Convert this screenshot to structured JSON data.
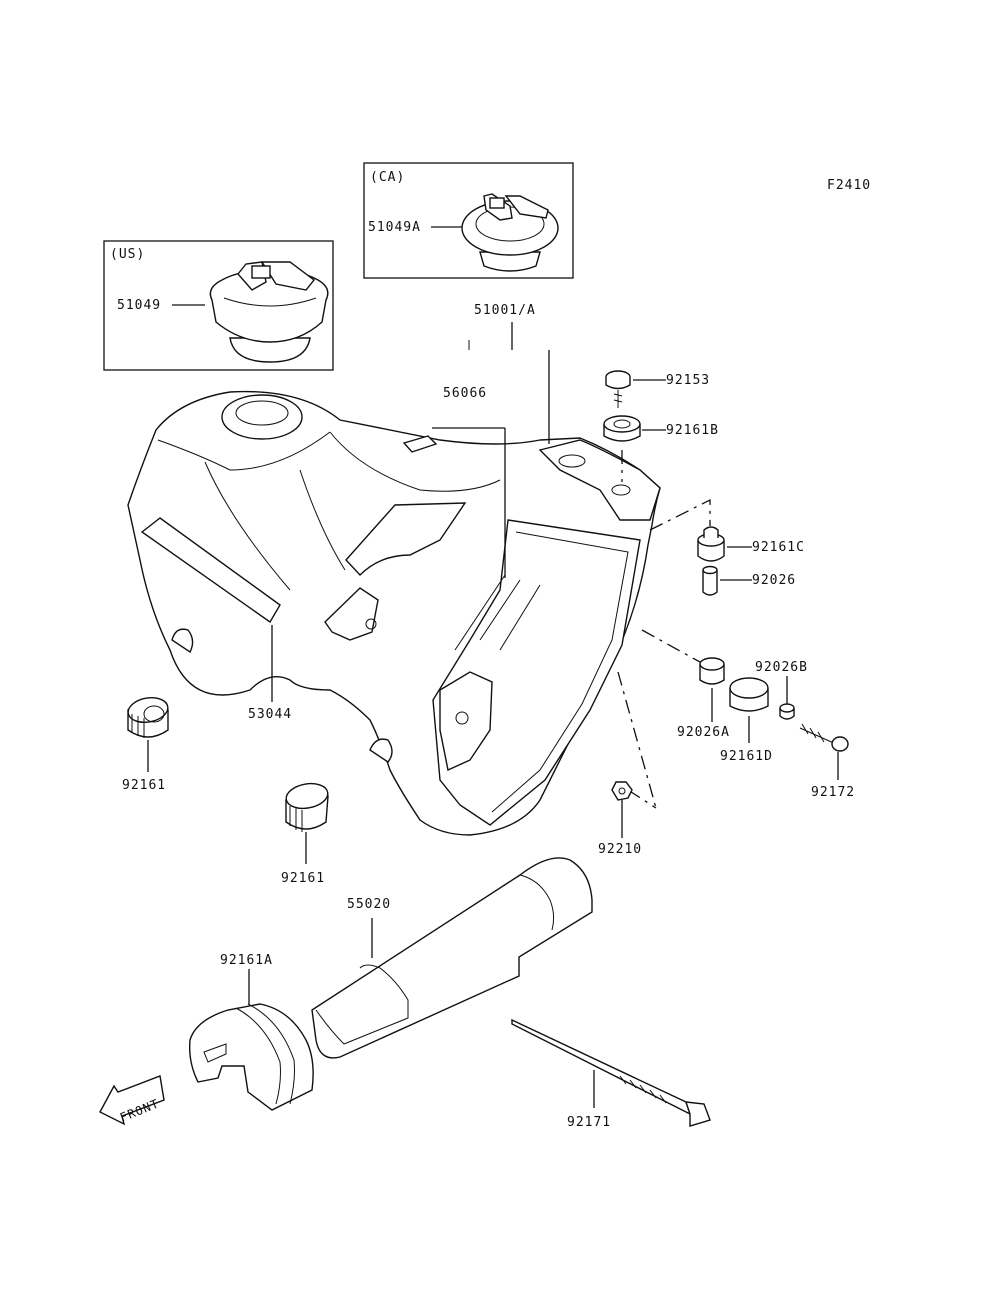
{
  "figure_code": "F2410",
  "variants": {
    "ca": "(CA)",
    "us": "(US)"
  },
  "labels": {
    "cap_ca": "51049A",
    "cap_us": "51049",
    "tank": "51001/A",
    "tank_sub": "56066",
    "bolt_92153": "92153",
    "damper_92161B": "92161B",
    "damper_92161C": "92161C",
    "collar_92026": "92026",
    "collar_92026B": "92026B",
    "collar_92026A": "92026A",
    "damper_92161D": "92161D",
    "bolt_92172": "92172",
    "nut_92210": "92210",
    "strip_53044": "53044",
    "damper_92161_left": "92161",
    "damper_92161_center": "92161",
    "cover_55020": "55020",
    "damper_92161A": "92161A",
    "band_92171": "92171",
    "front": "FRONT"
  }
}
